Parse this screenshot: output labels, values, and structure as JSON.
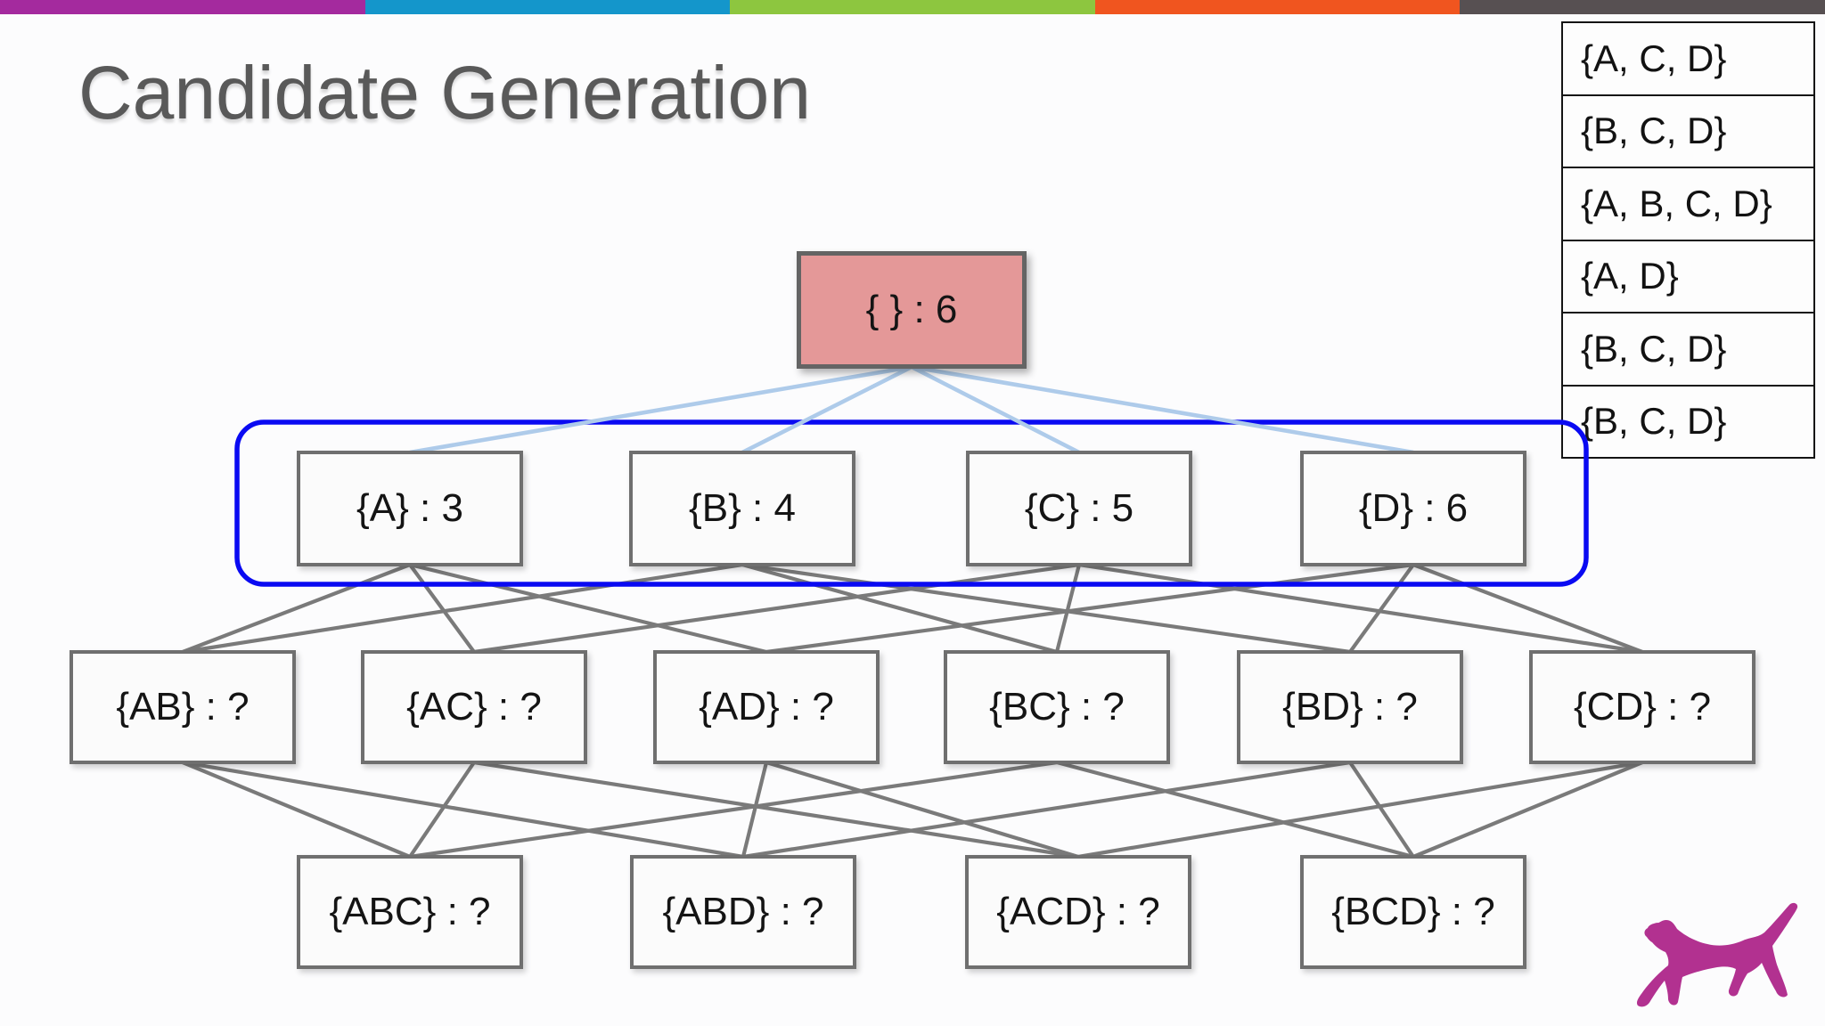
{
  "slide": {
    "title": "Candidate Generation"
  },
  "accent_bar": {
    "colors": [
      "#A42A9E",
      "#1496CB",
      "#8DC63F",
      "#F0551F",
      "#575052"
    ]
  },
  "palette": {
    "title_text": "#595959",
    "node_border": "#6F6F6F",
    "node_fill": "#FBFBFB",
    "root_fill": "#E49898",
    "edge_gray": "#7A7A7A",
    "edge_light_blue": "#AECBEA",
    "highlight_blue": "#0A0AF2",
    "table_border": "#141414",
    "logo_magenta": "#B23190"
  },
  "transaction_table": {
    "rows": [
      "{A, C, D}",
      "{B, C, D}",
      "{A, B, C, D}",
      "{A, D}",
      "{B, C, D}",
      "{B, C, D}"
    ]
  },
  "lattice": {
    "root": {
      "id": "ROOT",
      "label": "{ } : 6"
    },
    "level1": [
      {
        "id": "A",
        "label": "{A} : 3"
      },
      {
        "id": "B",
        "label": "{B} : 4"
      },
      {
        "id": "C",
        "label": "{C} : 5"
      },
      {
        "id": "D",
        "label": "{D} : 6"
      }
    ],
    "level2": [
      {
        "id": "AB",
        "label": "{AB} : ?"
      },
      {
        "id": "AC",
        "label": "{AC} : ?"
      },
      {
        "id": "AD",
        "label": "{AD} : ?"
      },
      {
        "id": "BC",
        "label": "{BC} : ?"
      },
      {
        "id": "BD",
        "label": "{BD} : ?"
      },
      {
        "id": "CD",
        "label": "{CD} : ?"
      }
    ],
    "level3": [
      {
        "id": "ABC",
        "label": "{ABC} : ?"
      },
      {
        "id": "ABD",
        "label": "{ABD} : ?"
      },
      {
        "id": "ACD",
        "label": "{ACD} : ?"
      },
      {
        "id": "BCD",
        "label": "{BCD} : ?"
      }
    ],
    "edges_root_to_level1": [
      [
        "ROOT",
        "A"
      ],
      [
        "ROOT",
        "B"
      ],
      [
        "ROOT",
        "C"
      ],
      [
        "ROOT",
        "D"
      ]
    ],
    "edges_level1_to_level2": [
      [
        "A",
        "AB"
      ],
      [
        "A",
        "AC"
      ],
      [
        "A",
        "AD"
      ],
      [
        "B",
        "AB"
      ],
      [
        "B",
        "BC"
      ],
      [
        "B",
        "BD"
      ],
      [
        "C",
        "AC"
      ],
      [
        "C",
        "BC"
      ],
      [
        "C",
        "CD"
      ],
      [
        "D",
        "AD"
      ],
      [
        "D",
        "BD"
      ],
      [
        "D",
        "CD"
      ]
    ],
    "edges_level2_to_level3": [
      [
        "AB",
        "ABC"
      ],
      [
        "AB",
        "ABD"
      ],
      [
        "AC",
        "ABC"
      ],
      [
        "AC",
        "ACD"
      ],
      [
        "AD",
        "ABD"
      ],
      [
        "AD",
        "ACD"
      ],
      [
        "BC",
        "ABC"
      ],
      [
        "BC",
        "BCD"
      ],
      [
        "BD",
        "ABD"
      ],
      [
        "BD",
        "BCD"
      ],
      [
        "CD",
        "ACD"
      ],
      [
        "CD",
        "BCD"
      ]
    ]
  },
  "logo": {
    "name": "running-dog"
  }
}
